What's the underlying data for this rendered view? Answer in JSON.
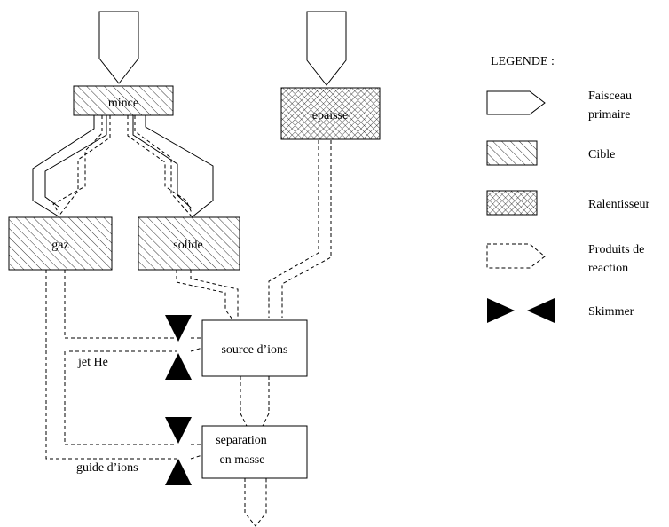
{
  "boxes": {
    "mince": "mince",
    "epaisse": "epaisse",
    "gaz": "gaz",
    "solide": "solide",
    "source": "source d’ions",
    "separation_line1": "separation",
    "separation_line2": "en masse"
  },
  "annotations": {
    "jet": "jet He",
    "guide": "guide d’ions"
  },
  "legend": {
    "title": "LEGENDE :",
    "items": [
      {
        "label_line1": "Faisceau",
        "label_line2": "primaire",
        "icon": "arrow-pentagon-solid"
      },
      {
        "label_line1": "Cible",
        "label_line2": "",
        "icon": "hatched-rectangle"
      },
      {
        "label_line1": "Ralentisseur",
        "label_line2": "",
        "icon": "crosshatched-rectangle"
      },
      {
        "label_line1": "Produits de",
        "label_line2": "reaction",
        "icon": "arrow-pentagon-dashed"
      },
      {
        "label_line1": "Skimmer",
        "label_line2": "",
        "icon": "skimmer-triangles"
      }
    ]
  }
}
